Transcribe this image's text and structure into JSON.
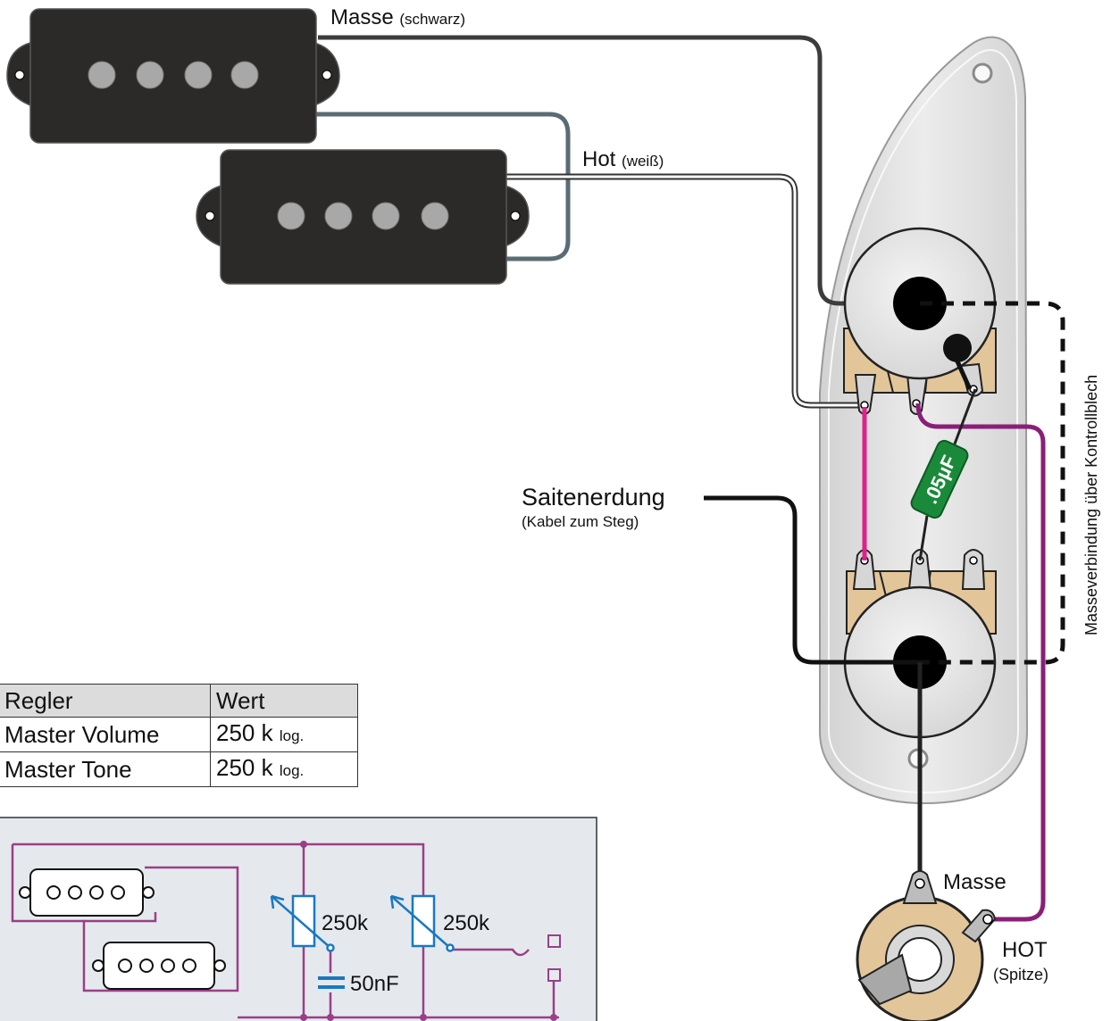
{
  "labels": {
    "ground_wire": "Masse",
    "ground_wire_color": "(schwarz)",
    "hot_wire": "Hot",
    "hot_wire_color": "(weiß)",
    "string_ground": "Saitenerdung",
    "string_ground_note": "(Kabel zum Steg)",
    "ground_connection": "Masseverbindung über Kontrollblech",
    "jack_ground": "Masse",
    "jack_hot": "HOT",
    "jack_hot_note": "(Spitze)",
    "capacitor": ".05µF"
  },
  "table": {
    "headers": [
      "Regler",
      "Wert"
    ],
    "rows": [
      {
        "control": "Master Volume",
        "value": "250 k",
        "unit": "log."
      },
      {
        "control": "Master Tone",
        "value": "250 k",
        "unit": "log."
      }
    ]
  },
  "schematic": {
    "pot1": "250k",
    "pot2": "250k",
    "cap": "50nF"
  },
  "colors": {
    "pickup": "#2b2a28",
    "pole": "#a8a8a8",
    "ground_wire": "#3c3c3c",
    "coil_wire": "#5b6b75",
    "pink_wire": "#e0218a",
    "purple_wire": "#8a1f78",
    "capacitor": "#1a8a3a",
    "pot_tan": "#e3c59a",
    "plate": "#e3e3e3",
    "schematic_bg": "#e5e9ee",
    "schematic_wire": "#9a3f86",
    "schematic_pot": "#1a78c2"
  }
}
